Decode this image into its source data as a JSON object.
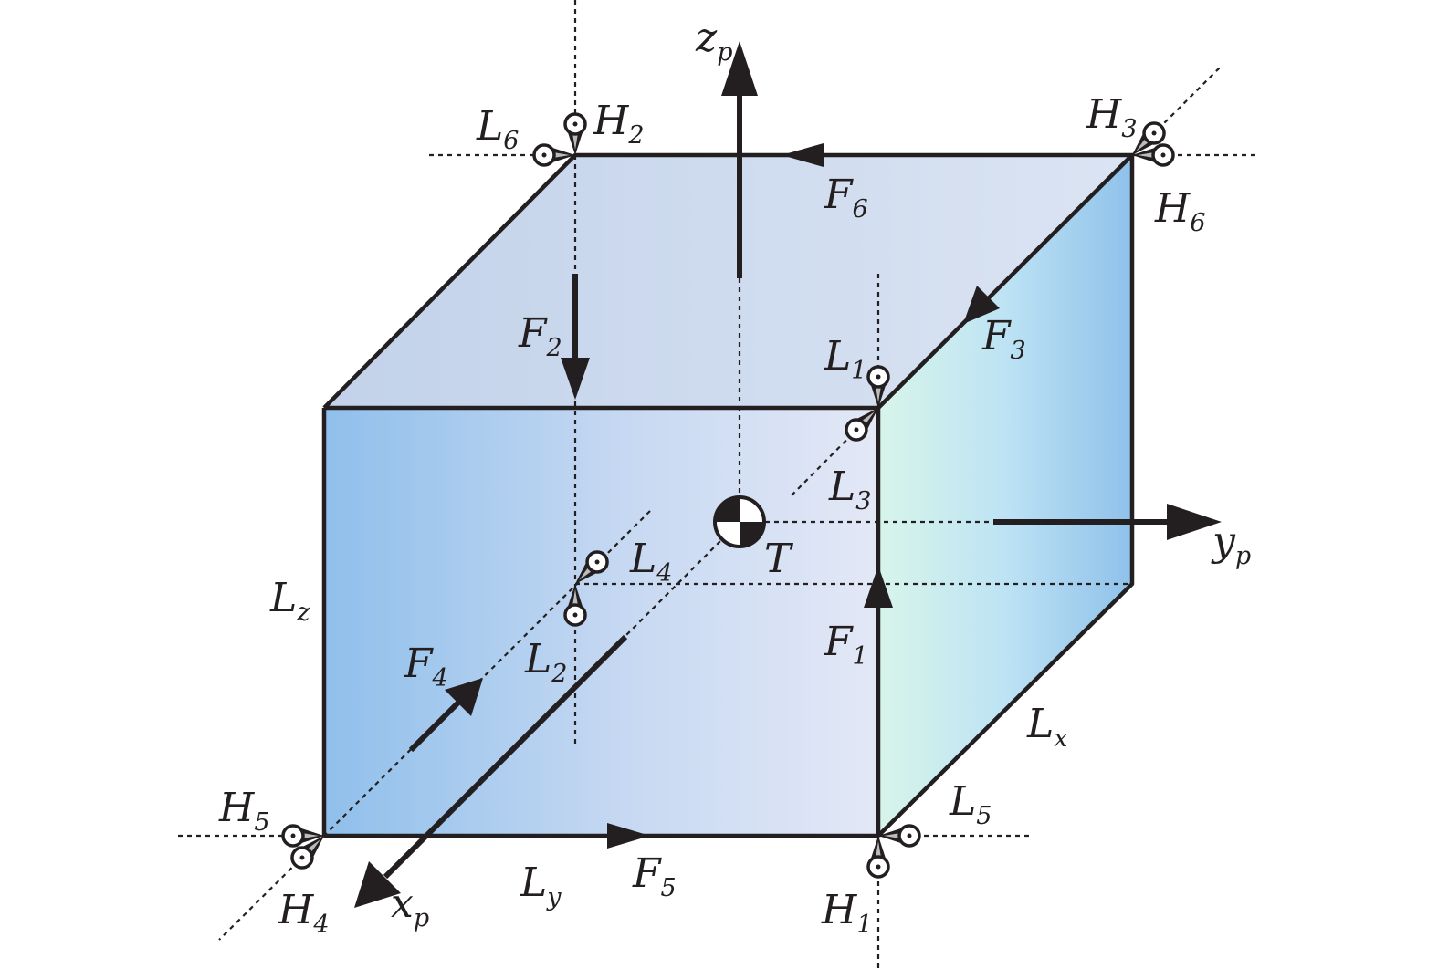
{
  "labels": {
    "zp": {
      "main": "z",
      "sub": "p"
    },
    "yp": {
      "main": "y",
      "sub": "p"
    },
    "xp": {
      "main": "x",
      "sub": "p"
    },
    "T": {
      "main": "T",
      "sub": ""
    },
    "F1": {
      "main": "F",
      "sub": "1"
    },
    "F2": {
      "main": "F",
      "sub": "2"
    },
    "F3": {
      "main": "F",
      "sub": "3"
    },
    "F4": {
      "main": "F",
      "sub": "4"
    },
    "F5": {
      "main": "F",
      "sub": "5"
    },
    "F6": {
      "main": "F",
      "sub": "6"
    },
    "L1": {
      "main": "L",
      "sub": "1"
    },
    "L2": {
      "main": "L",
      "sub": "2"
    },
    "L3": {
      "main": "L",
      "sub": "3"
    },
    "L4": {
      "main": "L",
      "sub": "4"
    },
    "L5": {
      "main": "L",
      "sub": "5"
    },
    "L6": {
      "main": "L",
      "sub": "6"
    },
    "H1": {
      "main": "H",
      "sub": "1"
    },
    "H2": {
      "main": "H",
      "sub": "2"
    },
    "H3": {
      "main": "H",
      "sub": "3"
    },
    "H4": {
      "main": "H",
      "sub": "4"
    },
    "H5": {
      "main": "H",
      "sub": "5"
    },
    "H6": {
      "main": "H",
      "sub": "6"
    },
    "Lx": {
      "main": "L",
      "sub": "x"
    },
    "Ly": {
      "main": "L",
      "sub": "y"
    },
    "Lz": {
      "main": "L",
      "sub": "z"
    }
  },
  "colors": {
    "ink": "#231f20",
    "front_face_edge": "#8fbfeb",
    "front_face_center": "#e3e8f6",
    "top_face": "#cfdcee",
    "right_face_left": "#d6f4ea",
    "right_face_right": "#8fc1ea"
  }
}
